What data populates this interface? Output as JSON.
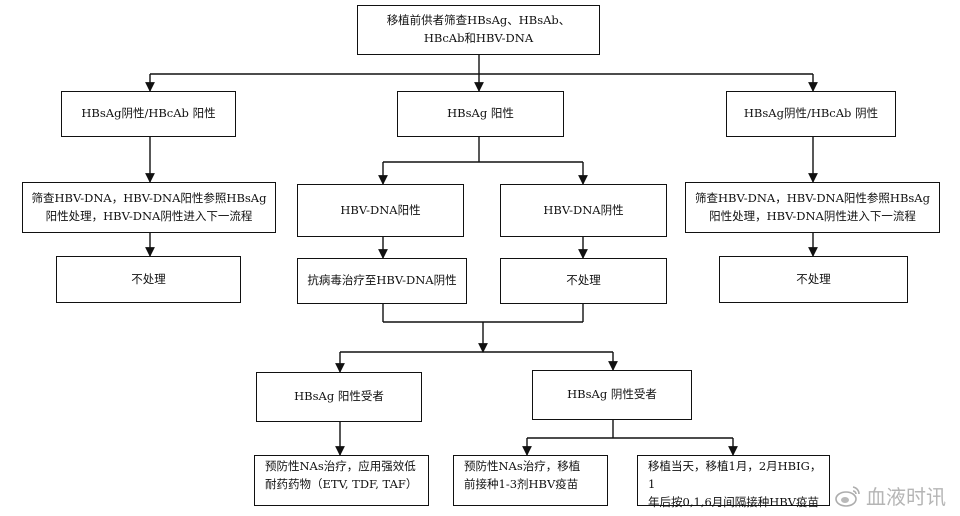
{
  "nodes": {
    "root": [
      "移植前供者筛查HBsAg、HBsAb、",
      "HBcAb和HBV-DNA"
    ],
    "left_branch": "HBsAg阴性/HBcAb 阳性",
    "mid_branch": "HBsAg 阳性",
    "right_branch": "HBsAg阴性/HBcAb 阴性",
    "left_screen": [
      "筛查HBV-DNA，HBV-DNA阳性参照HBsAg",
      "阳性处理，HBV-DNA阴性进入下一流程"
    ],
    "left_no_action": "不处理",
    "mid_dna_pos": "HBV-DNA阳性",
    "mid_dna_neg": "HBV-DNA阴性",
    "mid_antiviral": "抗病毒治疗至HBV-DNA阴性",
    "mid_no_action": "不处理",
    "right_screen": [
      "筛查HBV-DNA，HBV-DNA阳性参照HBsAg",
      "阳性处理，HBV-DNA阴性进入下一流程"
    ],
    "right_no_action": "不处理",
    "recipient_pos": "HBsAg 阳性受者",
    "recipient_neg": "HBsAg 阴性受者",
    "pos_treatment": [
      "预防性NAs治疗，应用强效低",
      "耐药药物（ETV, TDF, TAF）"
    ],
    "neg_treatment_a": [
      "预防性NAs治疗，移植",
      "前接种1-3剂HBV疫苗"
    ],
    "neg_treatment_b": [
      "移植当天，移植1月，2月HBIG，1",
      "年后按0,1,6月间隔接种HBV疫苗"
    ]
  },
  "watermark": {
    "text": "血液时讯",
    "icon": "weibo-icon"
  },
  "colors": {
    "line": "#111111",
    "watermark": "#8a8a8a"
  }
}
